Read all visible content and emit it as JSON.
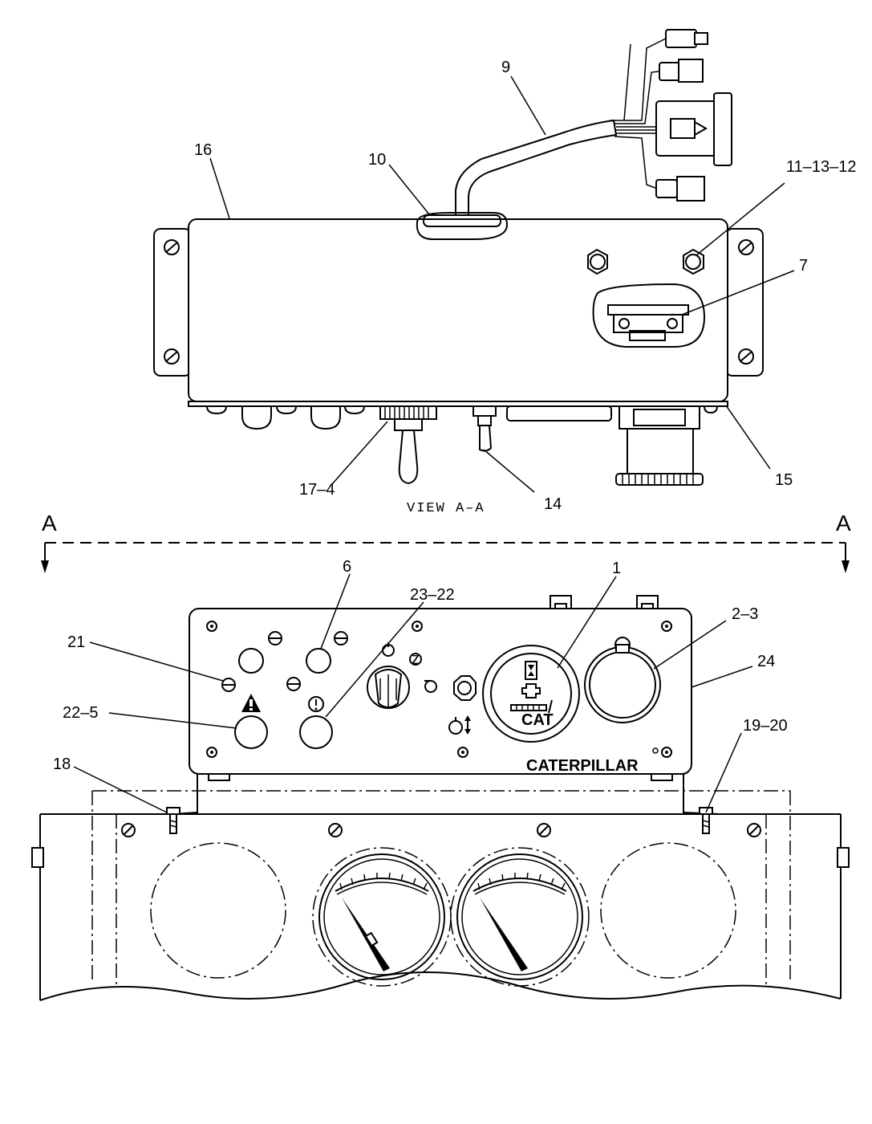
{
  "callouts": {
    "c16": "16",
    "c10": "10",
    "c9": "9",
    "c11_13_12": "11–13–12",
    "c7": "7",
    "c17_4": "17–4",
    "c14": "14",
    "c15": "15",
    "c6": "6",
    "c23_22": "23–22",
    "c1": "1",
    "c2_3": "2–3",
    "c21": "21",
    "c24": "24",
    "c22_5": "22–5",
    "c19_20": "19–20",
    "c18": "18"
  },
  "view_label": "VIEW  A–A",
  "section_marker": "A",
  "brand_text": "CATERPILLAR",
  "meter_logo": "CAT"
}
